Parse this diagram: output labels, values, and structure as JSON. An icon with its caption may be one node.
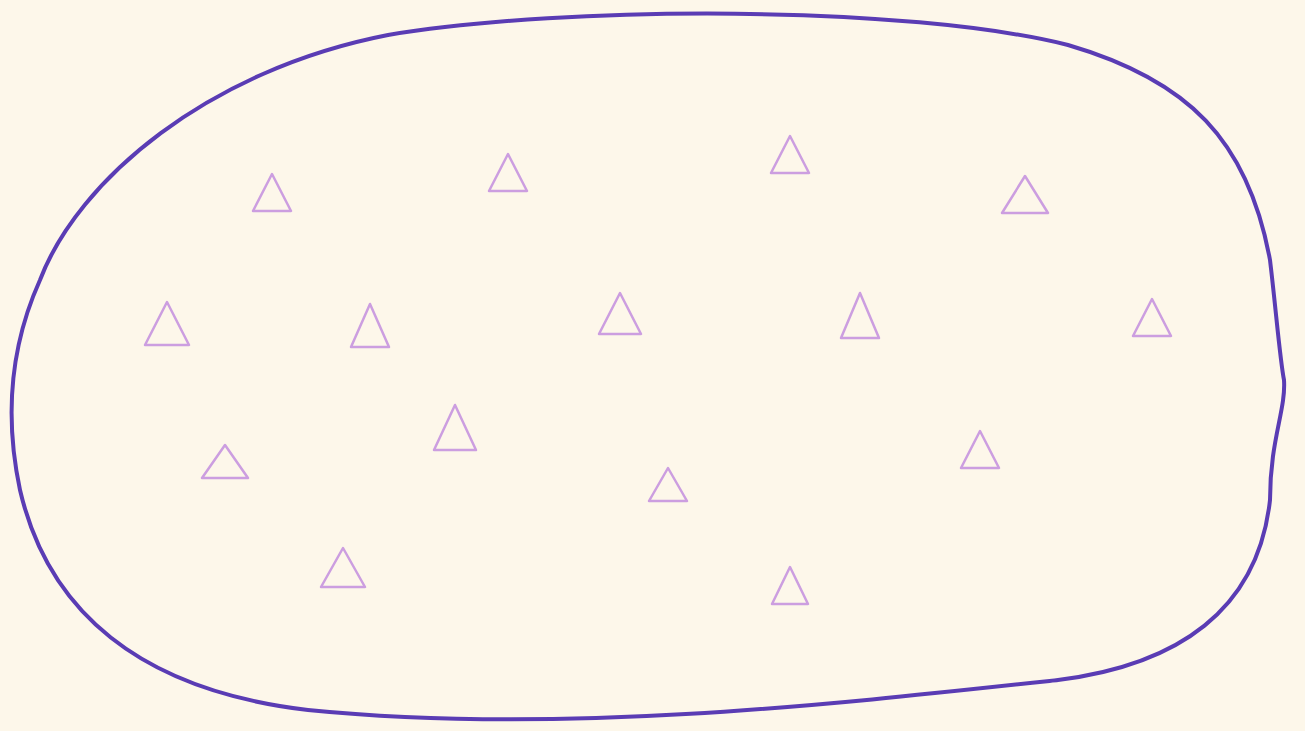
{
  "diagram": {
    "nodes": [
      {
        "text": [],
        "shape": "oval"
      },
      {
        "text": [],
        "shape": "triangle",
        "in": 0
      },
      {
        "text": [],
        "shape": "triangle",
        "in": 0
      },
      {
        "text": [],
        "shape": "triangle",
        "in": 0
      },
      {
        "text": [],
        "shape": "triangle",
        "in": 0
      },
      {
        "text": [],
        "shape": "triangle",
        "in": 0
      },
      {
        "text": [],
        "shape": "triangle",
        "in": 0
      },
      {
        "text": [],
        "shape": "triangle",
        "in": 0
      },
      {
        "text": [],
        "shape": "triangle",
        "in": 0
      },
      {
        "text": [],
        "shape": "triangle",
        "in": 0
      },
      {
        "text": [],
        "shape": "triangle",
        "in": 0
      },
      {
        "text": [],
        "shape": "triangle",
        "in": 0
      },
      {
        "text": [],
        "shape": "triangle",
        "in": 0
      },
      {
        "text": [],
        "shape": "triangle",
        "in": 0
      },
      {
        "text": [],
        "shape": "triangle",
        "in": 0
      },
      {
        "text": [],
        "shape": "triangle",
        "in": 0
      }
    ]
  }
}
